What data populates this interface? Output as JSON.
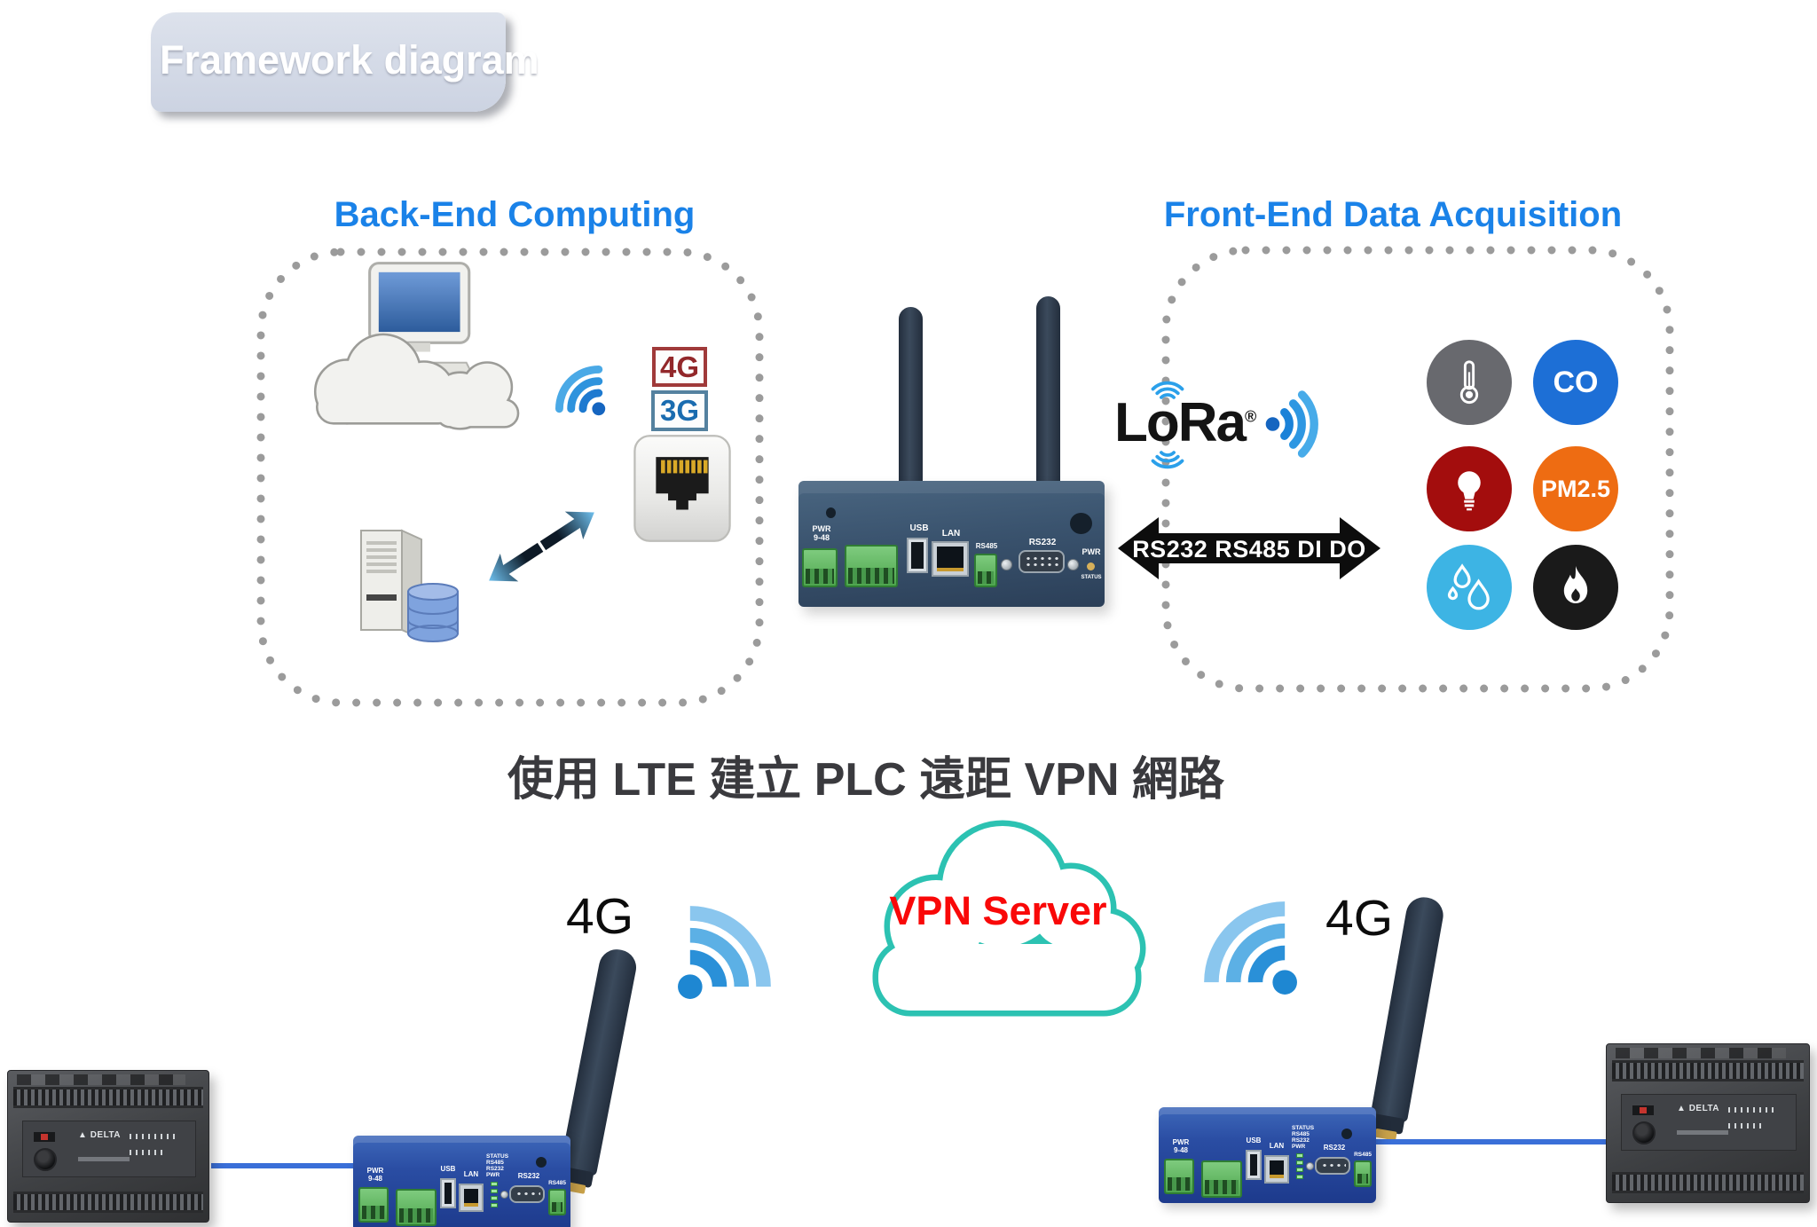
{
  "header": {
    "title": "Framework diagram"
  },
  "backend": {
    "title": "Back-End Computing",
    "badge_4g": "4G",
    "badge_3g": "3G"
  },
  "frontend": {
    "title": "Front-End Data Acquisition",
    "sensors": [
      {
        "name": "temperature",
        "icon": "thermometer-icon",
        "label": "",
        "color": "#68696e"
      },
      {
        "name": "carbon-monoxide",
        "icon": "",
        "label": "CO",
        "color": "#1d6fd6"
      },
      {
        "name": "light",
        "icon": "bulb-icon",
        "label": "",
        "color": "#a30d0d"
      },
      {
        "name": "particulates",
        "icon": "",
        "label": "PM2.5",
        "color": "#ee6c12"
      },
      {
        "name": "humidity",
        "icon": "water-drops-icon",
        "label": "",
        "color": "#3db4e4"
      },
      {
        "name": "fire",
        "icon": "flame-icon",
        "label": "",
        "color": "#1a1a1a"
      }
    ]
  },
  "lora": {
    "brand": "LoRa",
    "reg": "®"
  },
  "bus_arrow": {
    "label": "RS232 RS485 DI DO"
  },
  "center_router": {
    "pwr": "PWR",
    "pwr_v": "9-48",
    "usb": "USB",
    "lan": "LAN",
    "rs485": "RS485",
    "rs232": "RS232",
    "pwr2": "PWR",
    "status": "STATUS"
  },
  "side_router": {
    "pwr": "PWR",
    "pwr_v": "9-48",
    "usb": "USB",
    "lan": "LAN",
    "led_labels": [
      "STATUS",
      "RS485",
      "RS232",
      "PWR"
    ],
    "rs232": "RS232",
    "rs485": "RS485"
  },
  "caption": {
    "text": "使用 LTE 建立 PLC 遠距 VPN 網路"
  },
  "vpn_cloud": {
    "label": "VPN Server"
  },
  "radio": {
    "left_4g": "4G",
    "right_4g": "4G"
  },
  "plc": {
    "brand": "DELTA"
  },
  "colors": {
    "title_blue": "#1a82e8",
    "badge_4g_red": "#92272a",
    "badge_3g_blue": "#1a6cb0",
    "cloud_teal": "#2cc2b2",
    "vpn_red": "#f90808",
    "line_blue": "#3a6fd8",
    "arrow_black": "#0d0d0d",
    "dot_border_gray": "#9b9b9b"
  }
}
